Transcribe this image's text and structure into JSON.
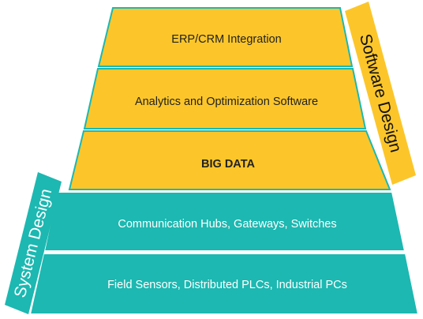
{
  "colors": {
    "software": "#FCC62A",
    "system": "#1CB8B1",
    "edge": "#ffffff",
    "text_dark": "#222222",
    "text_light": "#ffffff"
  },
  "pyramid": {
    "layers": [
      {
        "label": "ERP/CRM Integration",
        "group": "software",
        "bold": false
      },
      {
        "label": "Analytics and Optimization Software",
        "group": "software",
        "bold": false
      },
      {
        "label": "BIG DATA",
        "group": "software",
        "bold": true
      },
      {
        "label": "Communication Hubs, Gateways, Switches",
        "group": "system",
        "bold": false
      },
      {
        "label": "Field Sensors, Distributed PLCs, Industrial PCs",
        "group": "system",
        "bold": false
      }
    ]
  },
  "side_labels": {
    "software_design": "Software Design",
    "system_design": "System Design"
  }
}
